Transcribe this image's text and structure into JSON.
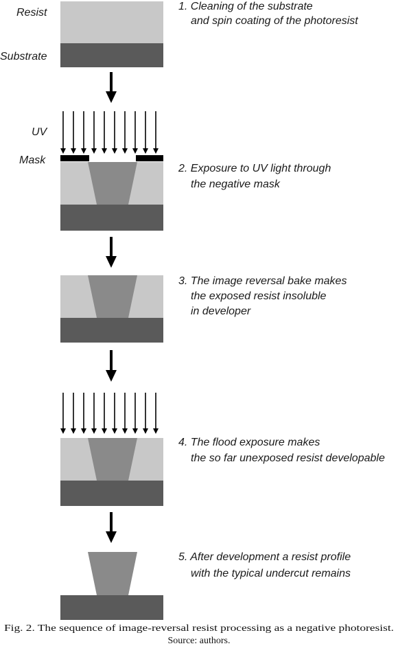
{
  "labels": {
    "resist": "Resist",
    "substrate": "Substrate",
    "uv": "UV",
    "mask": "Mask"
  },
  "steps": [
    {
      "lines": [
        "1. Cleaning of the substrate",
        "and spin coating of the photoresist"
      ]
    },
    {
      "lines": [
        "2. Exposure to UV light through",
        "the negative mask"
      ]
    },
    {
      "lines": [
        "3. The image reversal bake makes",
        "the exposed resist insoluble",
        "in developer"
      ]
    },
    {
      "lines": [
        "4. The flood exposure makes",
        "the so far unexposed resist developable"
      ]
    },
    {
      "lines": [
        "5. After development a resist profile",
        "with the typical undercut remains"
      ]
    }
  ],
  "caption": {
    "line1": "Fig. 2. The sequence of image-reversal resist processing as a negative photoresist.",
    "line2": "Source: authors."
  },
  "colors": {
    "resist": "#c8c8c8",
    "substrate": "#5a5a5a",
    "exposed_resist": "#8a8a8a",
    "mask": "#000000",
    "arrow": "#000000"
  }
}
